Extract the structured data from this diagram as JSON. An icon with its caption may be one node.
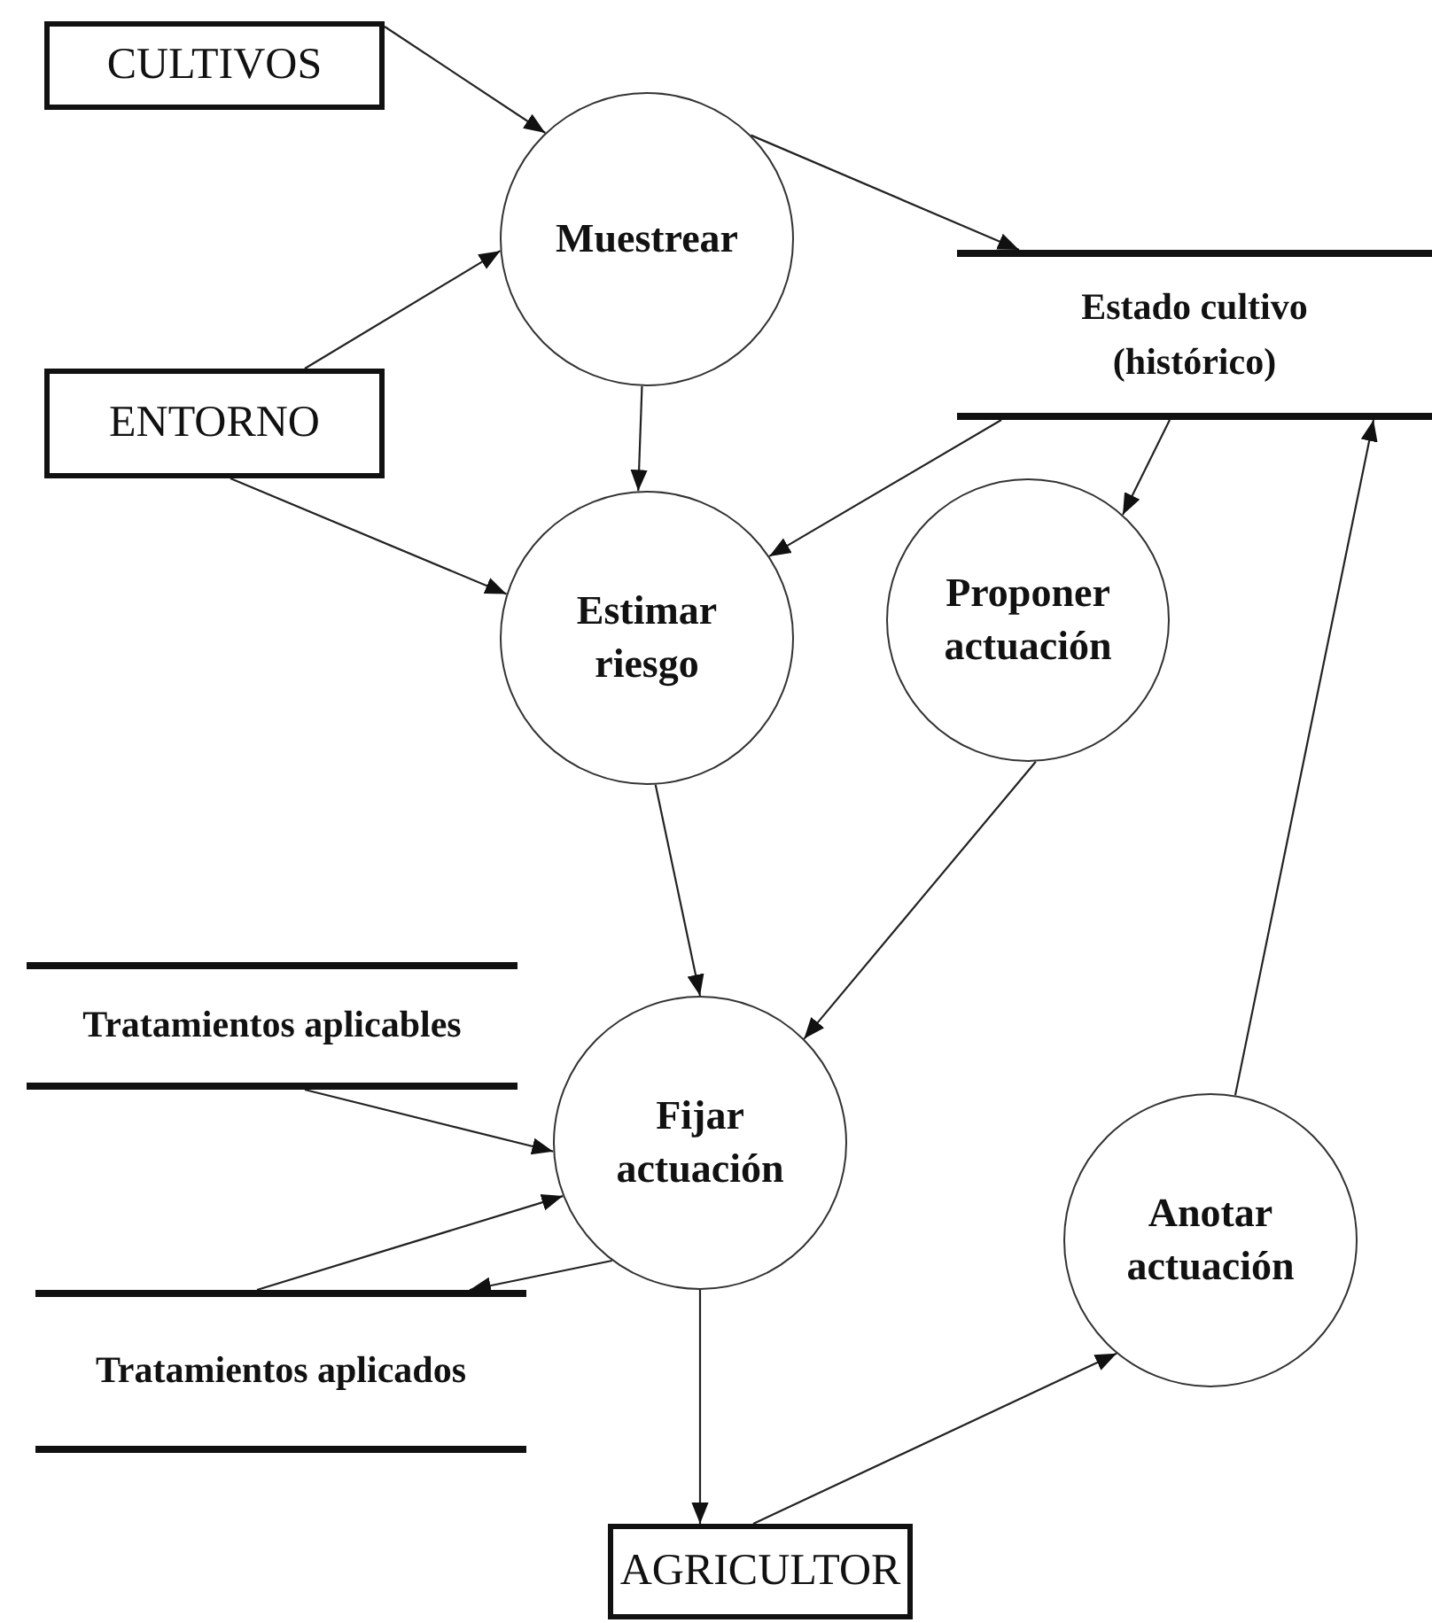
{
  "diagram": {
    "nodes": [
      {
        "text": [
          "CULTIVOS"
        ]
      },
      {
        "text": [
          "Muestrear"
        ]
      },
      {
        "text": [
          "Estado cultivo (histórico)"
        ]
      },
      {
        "text": [
          "ENTORNO"
        ]
      },
      {
        "text": [
          "Estimar riesgo"
        ]
      },
      {
        "text": [
          "Proponer actuación"
        ]
      },
      {
        "text": [
          "Tratamientos aplicables"
        ]
      },
      {
        "text": [
          "Fijar actuación"
        ]
      },
      {
        "text": [
          "Anotar actuación"
        ]
      },
      {
        "text": [
          "Tratamientos aplicados"
        ]
      },
      {
        "text": [
          "AGRICULTOR"
        ]
      }
    ],
    "edges": [
      {
        "from": 0,
        "to": 1,
        "arrow": "to"
      },
      {
        "from": 1,
        "to": 2,
        "arrow": "to"
      },
      {
        "from": 3,
        "to": 1,
        "arrow": "to"
      },
      {
        "from": 1,
        "to": 4,
        "arrow": "to"
      },
      {
        "from": 3,
        "to": 4,
        "arrow": "to"
      },
      {
        "from": 2,
        "to": 4,
        "arrow": "to"
      },
      {
        "from": 2,
        "to": 5,
        "arrow": "to"
      },
      {
        "from": 8,
        "to": 2,
        "arrow": "to"
      },
      {
        "from": 4,
        "to": 7,
        "arrow": "to"
      },
      {
        "from": 5,
        "to": 7,
        "arrow": "to"
      },
      {
        "from": 6,
        "to": 7,
        "arrow": "to"
      },
      {
        "from": 9,
        "to": 7,
        "arrow": "to"
      },
      {
        "from": 7,
        "to": 9,
        "arrow": "to"
      },
      {
        "from": 7,
        "to": 10,
        "arrow": "to"
      },
      {
        "from": 10,
        "to": 8,
        "arrow": "to"
      }
    ]
  }
}
